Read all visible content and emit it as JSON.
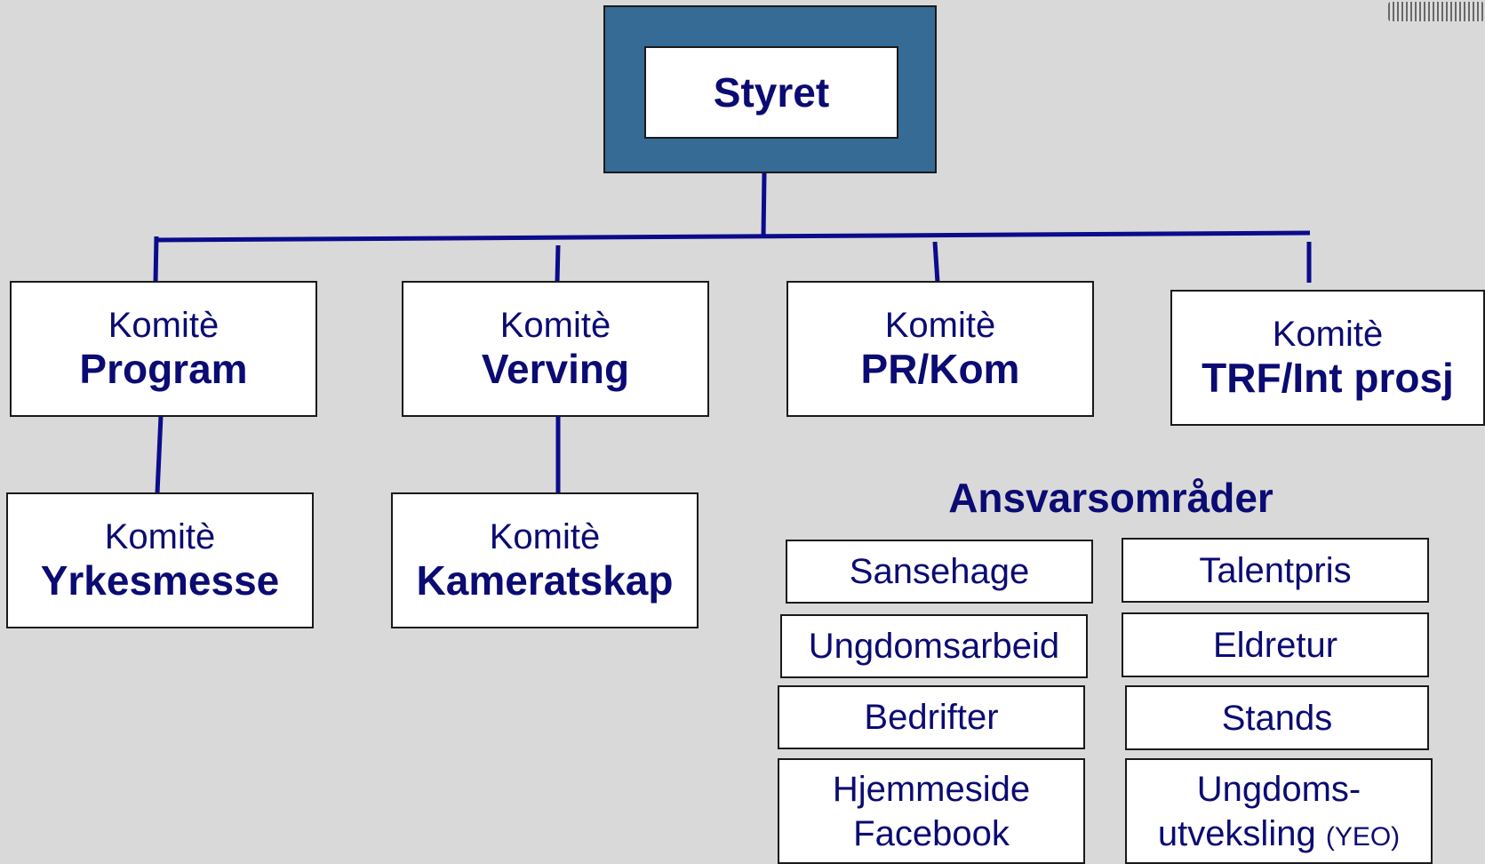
{
  "org": {
    "root": "Styret",
    "committees": [
      {
        "prefix": "Komitè",
        "name": "Program"
      },
      {
        "prefix": "Komitè",
        "name": "Verving"
      },
      {
        "prefix": "Komitè",
        "name": "PR/Kom"
      },
      {
        "prefix": "Komitè",
        "name": "TRF/Int prosj"
      }
    ],
    "subcommittees": [
      {
        "prefix": "Komitè",
        "name": "Yrkesmesse"
      },
      {
        "prefix": "Komitè",
        "name": "Kameratskap"
      }
    ]
  },
  "areas": {
    "heading": "Ansvarsområder",
    "items": [
      "Sansehage",
      "Talentpris",
      "Ungdomsarbeid",
      "Eldretur",
      "Bedrifter",
      "Stands",
      "Hjemmeside",
      "Facebook",
      "Ungdoms-",
      "utveksling",
      "(YEO)"
    ]
  },
  "colors": {
    "background": "#d9d9d9",
    "text": "#0b0b73",
    "connector": "#0b0b8c",
    "root_frame": "#356b95"
  }
}
